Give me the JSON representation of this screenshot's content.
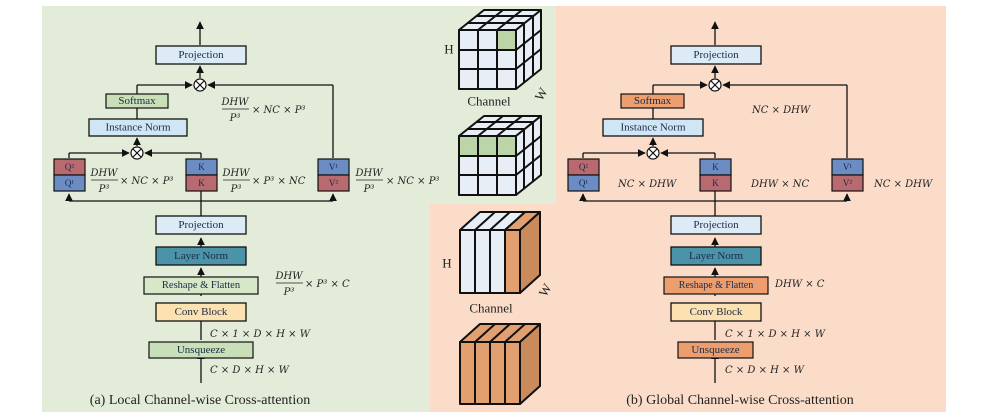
{
  "colors": {
    "panel_local": "#e2ecd8",
    "panel_global": "#fbdcc8",
    "projection": "#dcebf5",
    "instance_norm": "#cfe6f4",
    "layer_norm": "#4a93a8",
    "softmax_local": "#c9dfb8",
    "softmax_global": "#ec9e6e",
    "reshape_local": "#d6e8c8",
    "reshape_global": "#ec9e6e",
    "conv_block": "#fbe2b0",
    "unsqueeze_local": "#c9dfb8",
    "unsqueeze_global": "#ec9e6e",
    "q_red": "#b86a6e",
    "q_blue": "#6b8dc4",
    "cube_face": "#e7eef6",
    "cube_highlight": "#bcd5a8",
    "slab_orange": "#e2a070",
    "slab_orange_dark": "#c98a5c"
  },
  "local": {
    "caption": "(a) Local Channel-wise Cross-attention",
    "blocks": {
      "projection_top": "Projection",
      "softmax": "Softmax",
      "instance_norm": "Instance Norm",
      "projection_bottom": "Projection",
      "layer_norm": "Layer Norm",
      "reshape": "Reshape & Flatten",
      "conv_block": "Conv Block",
      "unsqueeze": "Unsqueeze"
    },
    "qkv": {
      "q_top": "Q²",
      "q_bottom": "Q¹",
      "k_top": "K",
      "k_bottom": "K",
      "v_top": "V¹",
      "v_bottom": "V²"
    },
    "dims": {
      "attn_out": {
        "num": "DHW",
        "den": "P³",
        "rest": "× NC × P³"
      },
      "q": {
        "num": "DHW",
        "den": "P³",
        "rest": "× NC × P³"
      },
      "k": {
        "num": "DHW",
        "den": "P³",
        "rest": "× P³ × NC"
      },
      "v": {
        "num": "DHW",
        "den": "P³",
        "rest": "× NC × P³"
      },
      "reshape": {
        "num": "DHW",
        "den": "P³",
        "rest": "× P³ × C"
      },
      "conv_in": "C × 1 × D × H × W",
      "input": "C × D × H × W"
    }
  },
  "global": {
    "caption": "(b) Global Channel-wise Cross-attention",
    "blocks": {
      "projection_top": "Projection",
      "softmax": "Softmax",
      "instance_norm": "Instance Norm",
      "projection_bottom": "Projection",
      "layer_norm": "Layer Norm",
      "reshape": "Reshape & Flatten",
      "conv_block": "Conv Block",
      "unsqueeze": "Unsqueeze"
    },
    "qkv": {
      "q_top": "Q²",
      "q_bottom": "Q¹",
      "k_top": "K",
      "k_bottom": "K",
      "v_top": "V¹",
      "v_bottom": "V²"
    },
    "dims": {
      "attn_out": "NC × DHW",
      "q": "NC × DHW",
      "k": "DHW × NC",
      "v": "NC × DHW",
      "reshape": "DHW × C",
      "conv_in": "C × 1 × D × H × W",
      "input": "C × D × H × W"
    }
  },
  "cubes": {
    "local_h_label": "H",
    "local_w_label": "W",
    "local_channel_label": "Channel",
    "global_h_label": "H",
    "global_w_label": "W",
    "global_channel_label": "Channel"
  }
}
